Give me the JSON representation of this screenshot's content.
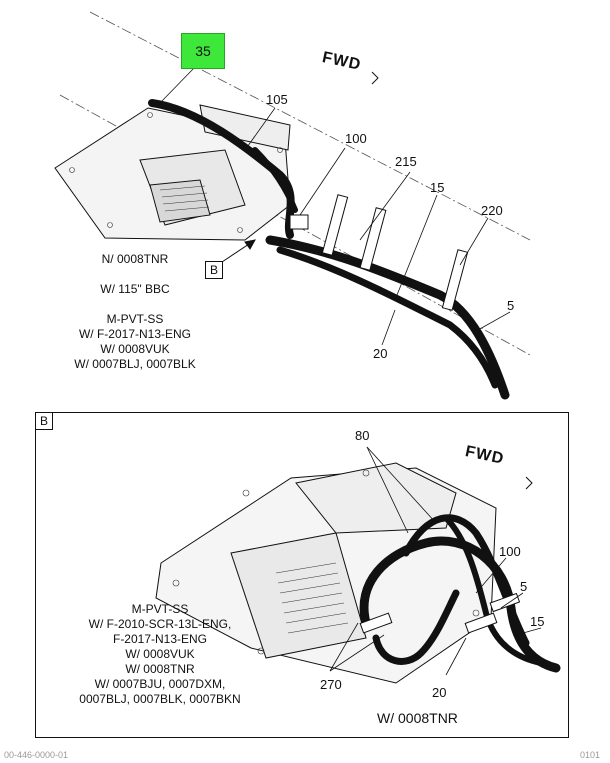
{
  "main": {
    "highlight_callout": "35",
    "fwd_label": "FWD",
    "callouts": [
      "105",
      "100",
      "215",
      "15",
      "220",
      "5",
      "20"
    ],
    "view_ref": "B",
    "notes": [
      "N/ 0008TNR",
      "W/ 115\" BBC",
      "M-PVT-SS",
      "W/ F-2017-N13-ENG",
      "W/ 0008VUK",
      "W/ 0007BLJ, 0007BLK"
    ]
  },
  "detail": {
    "label": "B",
    "fwd_label": "FWD",
    "callouts": [
      "80",
      "100",
      "5",
      "15",
      "270",
      "20"
    ],
    "notes": [
      "M-PVT-SS",
      "W/ F-2010-SCR-13L-ENG,",
      "F-2017-N13-ENG",
      "W/ 0008VUK",
      "W/ 0008TNR",
      "W/ 0007BJU, 0007DXM,",
      "0007BLJ, 0007BLK, 0007BKN"
    ],
    "caption": "W/ 0008TNR"
  },
  "footer": {
    "doc_id": "00-446-0000-01",
    "page_tag": "0101"
  }
}
